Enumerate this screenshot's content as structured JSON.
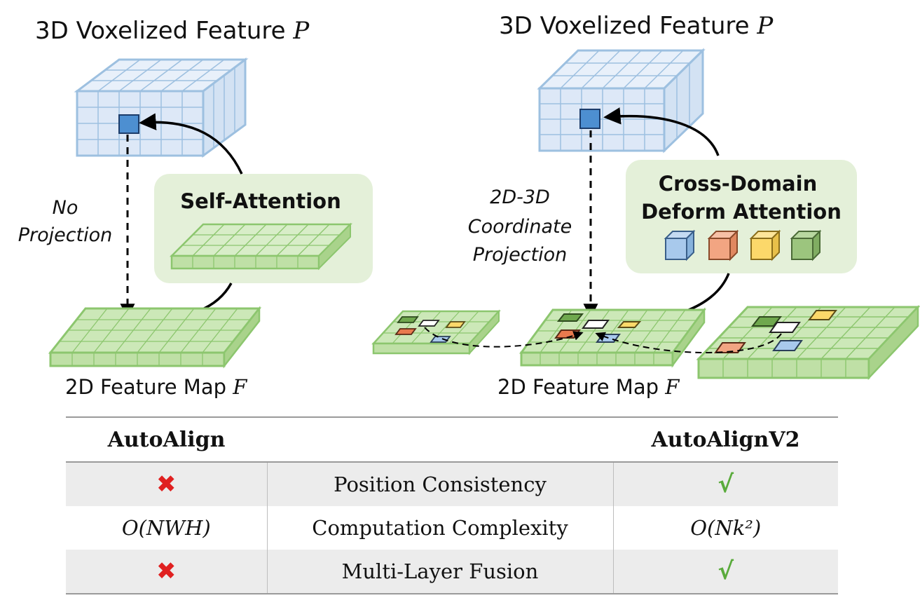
{
  "left": {
    "voxel_title": "3D Voxelized Feature",
    "voxel_var": "P",
    "projection_lines": [
      "No",
      "Projection"
    ],
    "attention_label": "Self-Attention",
    "feature_title": "2D Feature Map",
    "feature_var": "F"
  },
  "right": {
    "voxel_title": "3D Voxelized Feature",
    "voxel_var": "P",
    "projection_lines": [
      "2D-3D",
      "Coordinate",
      "Projection"
    ],
    "attention_lines": [
      "Cross-Domain",
      "Deform  Attention"
    ],
    "feature_title": "2D Feature Map",
    "feature_var": "F"
  },
  "colors": {
    "voxel_fill": "#dde8f7",
    "voxel_stroke": "#9dc0e0",
    "green_fill": "#cce8b8",
    "green_stroke": "#8cc66e",
    "attn_box": "#e4f0d9",
    "query_blue": "#4d8fd1",
    "cube_blue": "#a8c9ec",
    "cube_orange": "#f2a582",
    "cube_yellow": "#fcd86a",
    "cube_green": "#9cc57e"
  },
  "table": {
    "col_left": "AutoAlign",
    "col_right": "AutoAlignV2",
    "rows": [
      {
        "left": "✖",
        "left_kind": "cross",
        "metric": "Position Consistency",
        "right": "√",
        "right_kind": "check"
      },
      {
        "left": "O(NWH)",
        "left_kind": "math",
        "metric": "Computation Complexity",
        "right": "O(Nk²)",
        "right_kind": "math"
      },
      {
        "left": "✖",
        "left_kind": "cross",
        "metric": "Multi-Layer Fusion",
        "right": "√",
        "right_kind": "check"
      }
    ]
  }
}
